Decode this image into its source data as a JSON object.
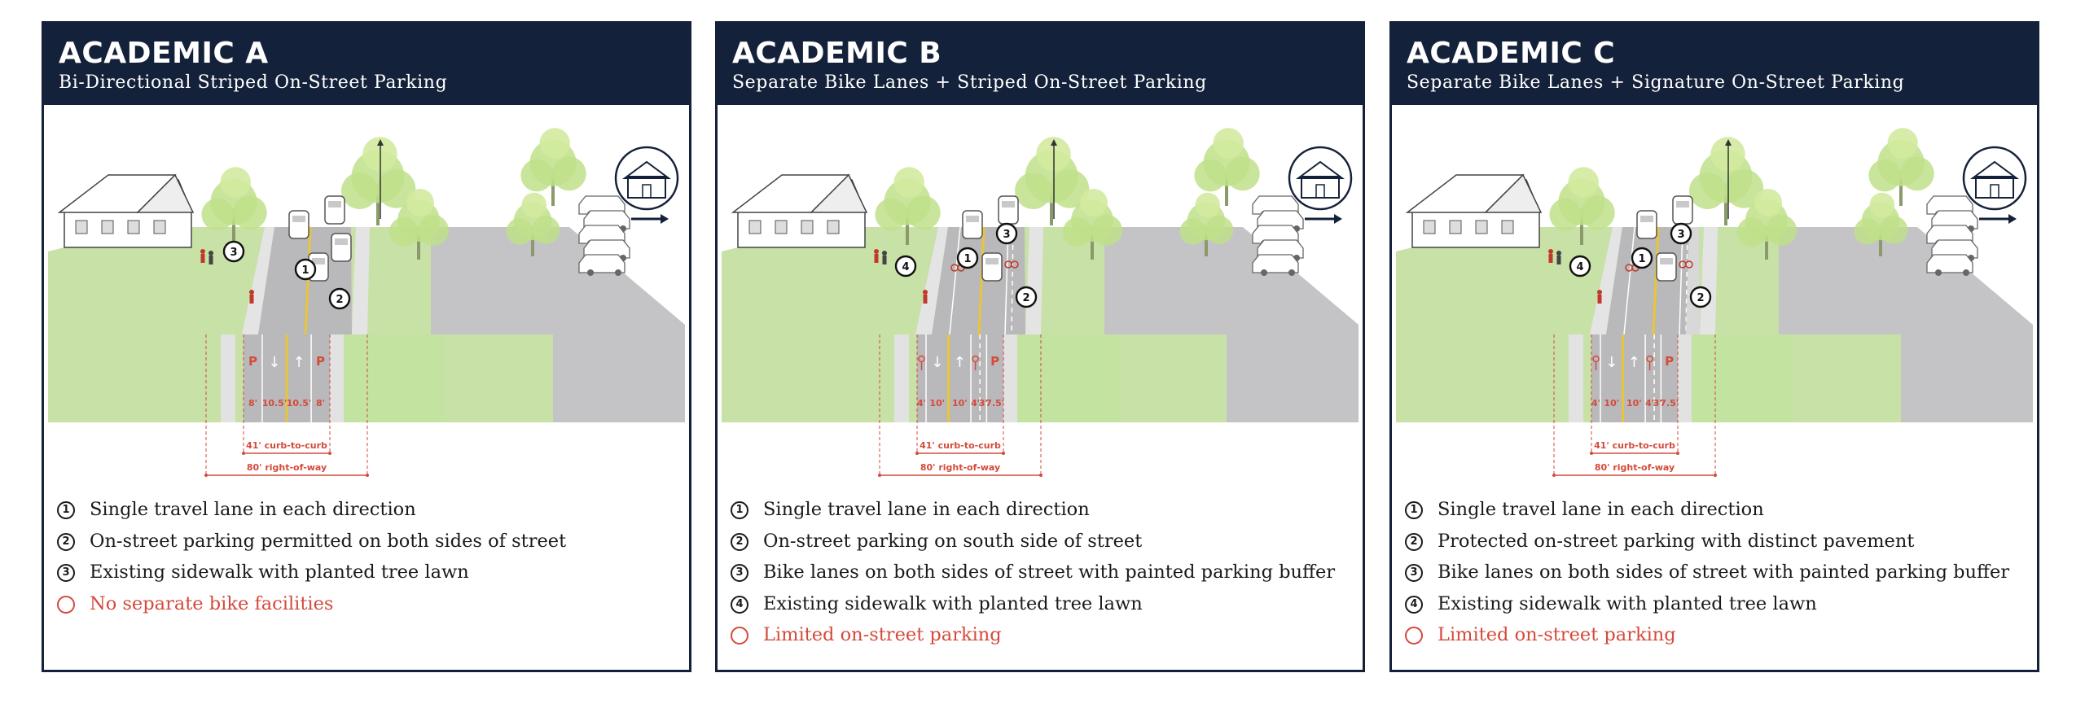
{
  "panels": [
    {
      "title": "ACADEMIC A",
      "subtitle": "Bi-Directional Striped On-Street Parking",
      "variant": "A",
      "callouts": [
        "3",
        "1",
        "2"
      ],
      "lane_widths": [
        "8'",
        "10.5'",
        "10.5'",
        "8'"
      ],
      "lane_symbols": [
        "P",
        "↓",
        "↑",
        "P"
      ],
      "curb_to_curb": "41' curb-to-curb",
      "right_of_way": "80' right-of-way",
      "items": [
        {
          "badge": "1",
          "text": "Single travel lane in each direction",
          "negative": false
        },
        {
          "badge": "2",
          "text": "On-street parking permitted on both sides of street",
          "negative": false
        },
        {
          "badge": "3",
          "text": "Existing sidewalk with planted tree lawn",
          "negative": false
        },
        {
          "badge": "",
          "text": "No separate bike facilities",
          "negative": true
        }
      ]
    },
    {
      "title": "ACADEMIC B",
      "subtitle": "Separate Bike Lanes + Striped On-Street Parking",
      "variant": "B",
      "callouts": [
        "4",
        "1",
        "3",
        "2"
      ],
      "lane_widths": [
        "4'",
        "10'",
        "10'",
        "4'",
        "3'",
        "7.5'"
      ],
      "lane_symbols": [
        "bike",
        "↓",
        "↑",
        "bike",
        "",
        "P"
      ],
      "curb_to_curb": "41' curb-to-curb",
      "right_of_way": "80' right-of-way",
      "items": [
        {
          "badge": "1",
          "text": "Single travel lane in each direction",
          "negative": false
        },
        {
          "badge": "2",
          "text": "On-street parking on south side of street",
          "negative": false
        },
        {
          "badge": "3",
          "text": "Bike lanes on both sides of street with painted parking buffer",
          "negative": false
        },
        {
          "badge": "4",
          "text": "Existing sidewalk with planted tree lawn",
          "negative": false
        },
        {
          "badge": "",
          "text": "Limited on-street parking",
          "negative": true
        }
      ]
    },
    {
      "title": "ACADEMIC C",
      "subtitle": "Separate Bike Lanes + Signature On-Street Parking",
      "variant": "C",
      "callouts": [
        "4",
        "1",
        "3",
        "2"
      ],
      "lane_widths": [
        "4'",
        "10'",
        "10'",
        "4'",
        "3'",
        "7.5'"
      ],
      "lane_symbols": [
        "bike",
        "↓",
        "↑",
        "bike",
        "",
        "P"
      ],
      "curb_to_curb": "41' curb-to-curb",
      "right_of_way": "80' right-of-way",
      "items": [
        {
          "badge": "1",
          "text": "Single travel lane in each direction",
          "negative": false
        },
        {
          "badge": "2",
          "text": "Protected on-street parking with distinct pavement",
          "negative": false
        },
        {
          "badge": "3",
          "text": "Bike lanes on both sides of street with painted parking buffer",
          "negative": false
        },
        {
          "badge": "4",
          "text": "Existing sidewalk with planted tree lawn",
          "negative": false
        },
        {
          "badge": "",
          "text": "Limited on-street parking",
          "negative": true
        }
      ]
    }
  ],
  "colors": {
    "header": "#14213a",
    "accent": "#d44a3b",
    "grass": "#c8e1a6",
    "asphalt": "#b9b9bb",
    "tree": "#bfe08a",
    "center_line": "#e8c53a"
  },
  "icons": [
    "school-building-icon",
    "arrow-right-icon",
    "house-icon",
    "tree-icon",
    "car-icon",
    "bicycle-icon",
    "streetlight-icon"
  ]
}
